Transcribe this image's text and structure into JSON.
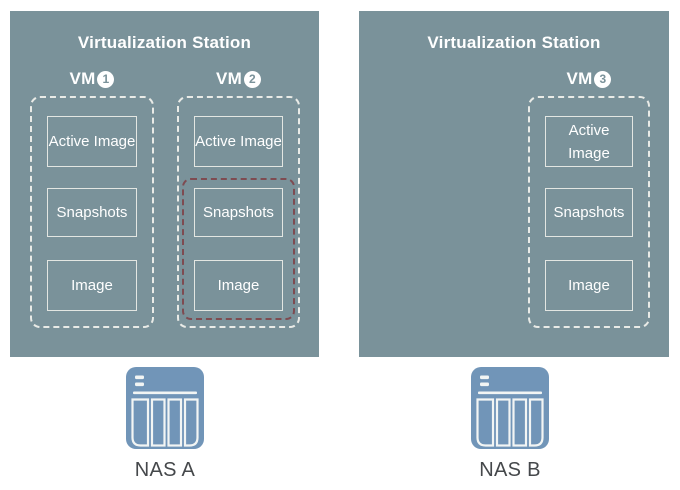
{
  "colors": {
    "panel_bg": "#7A929A",
    "panel_text": "#FFFFFF",
    "box_border": "#E3E6E2",
    "vm_dash": "#E9EBE7",
    "highlight_dash": "#7E4B51",
    "nas_blue": "#7195B8",
    "nas_label_color": "#45484B",
    "page_bg": "#FFFFFF"
  },
  "panels": [
    {
      "title": "Virtualization Station",
      "vms": [
        {
          "label": "VM",
          "number": "1",
          "boxes": [
            "Active Image",
            "Snapshots",
            "Image"
          ]
        },
        {
          "label": "VM",
          "number": "2",
          "boxes": [
            "Active Image",
            "Snapshots",
            "Image"
          ],
          "highlighted_boxes": [
            "Snapshots",
            "Image"
          ]
        }
      ],
      "nas": {
        "label": "NAS A",
        "icon": "nas-icon"
      }
    },
    {
      "title": "Virtualization Station",
      "vms": [
        {
          "label": "VM",
          "number": "3",
          "boxes": [
            "Active Image",
            "Snapshots",
            "Image"
          ]
        }
      ],
      "nas": {
        "label": "NAS B",
        "icon": "nas-icon"
      }
    }
  ]
}
